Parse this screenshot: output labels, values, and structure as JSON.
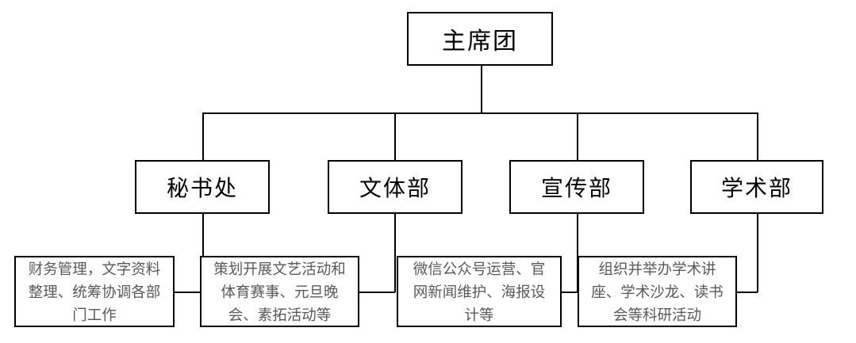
{
  "diagram": {
    "type": "org-chart",
    "root": {
      "label": "主席团"
    },
    "departments": [
      {
        "label": "秘书处",
        "description": "财务管理，文字资料整理、统筹协调各部门工作"
      },
      {
        "label": "文体部",
        "description": "策划开展文艺活动和体育赛事、元旦晚会、素拓活动等"
      },
      {
        "label": "宣传部",
        "description": "微信公众号运营、官网新闻维护、海报设计等"
      },
      {
        "label": "学术部",
        "description": "组织并举办学术讲座、学术沙龙、读书会等科研活动"
      }
    ],
    "colors": {
      "background": "#ffffff",
      "box_border": "#000000",
      "node_text": "#000000",
      "description_text": "#595959",
      "connector": "#000000"
    }
  }
}
